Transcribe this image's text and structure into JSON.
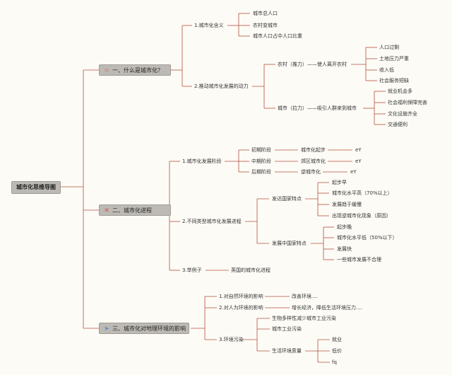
{
  "root": "城市化思维导图",
  "branches": [
    {
      "label": "一、什么是城市化？",
      "icon": "star-icon",
      "color": "#e0443a"
    },
    {
      "label": "二、城市化进程",
      "icon": "tools-icon",
      "color": "#d8533a"
    },
    {
      "label": "三、城市化对地理环境的影响",
      "icon": "paper-plane-icon",
      "color": "#5a8fc8"
    }
  ],
  "b1": {
    "c1": "1.城市化含义",
    "c1_items": [
      "城市总人口",
      "农村变城市",
      "城市人口占中人口比重"
    ],
    "c2": "2.推动城市化发展的动力",
    "push": "农村（推力）——使人离开农村",
    "push_items": [
      "人口过剩",
      "土地压力严重",
      "收入低",
      "社会服务短缺"
    ],
    "pull": "城市（拉力）——吸引人群来到城市",
    "pull_items": [
      "就业机会多",
      "社会福利保障完善",
      "文化设施齐全",
      "交通便利"
    ]
  },
  "b2": {
    "c1": "1.城市化发展阶段",
    "stages": [
      {
        "stage": "初期阶段",
        "desc": "城市化起步",
        "mark": "eY"
      },
      {
        "stage": "中期阶段",
        "desc": "郊区城市化",
        "mark": "eY"
      },
      {
        "stage": "后期阶段",
        "desc": "逆城市化",
        "mark": "eY"
      }
    ],
    "c2": "2.不同类型城市化发展进程",
    "dev": "发达国家特点",
    "dev_items": [
      "起步早",
      "城市化水平高（70%以上）",
      "发展趋于缓慢",
      "出现逆城市化现象（原因）"
    ],
    "dvg": "发展中国家特点",
    "dvg_items": [
      "起步晚",
      "城市化水平低（50%以下）",
      "发展快",
      "一些城市发展不合理"
    ],
    "c3": "3.举例子",
    "c3_item": "英国的城市化进程"
  },
  "b3": {
    "c1": "1.对自然环境的影响",
    "c1_item": "改善环境....",
    "c2": "2.对人为环境的影响",
    "c2_item": "增长经济，降低生活环境压力....",
    "c3": "3.环境污染",
    "pollution": [
      "生物多样性减少城市工业污染",
      "城市工业污染",
      "生活环境质量"
    ],
    "life_items": [
      "就业",
      "低价",
      "fq"
    ]
  },
  "colors": {
    "line": "#b5503e",
    "box": "#bdbab5",
    "background": "#fdfbf6"
  }
}
